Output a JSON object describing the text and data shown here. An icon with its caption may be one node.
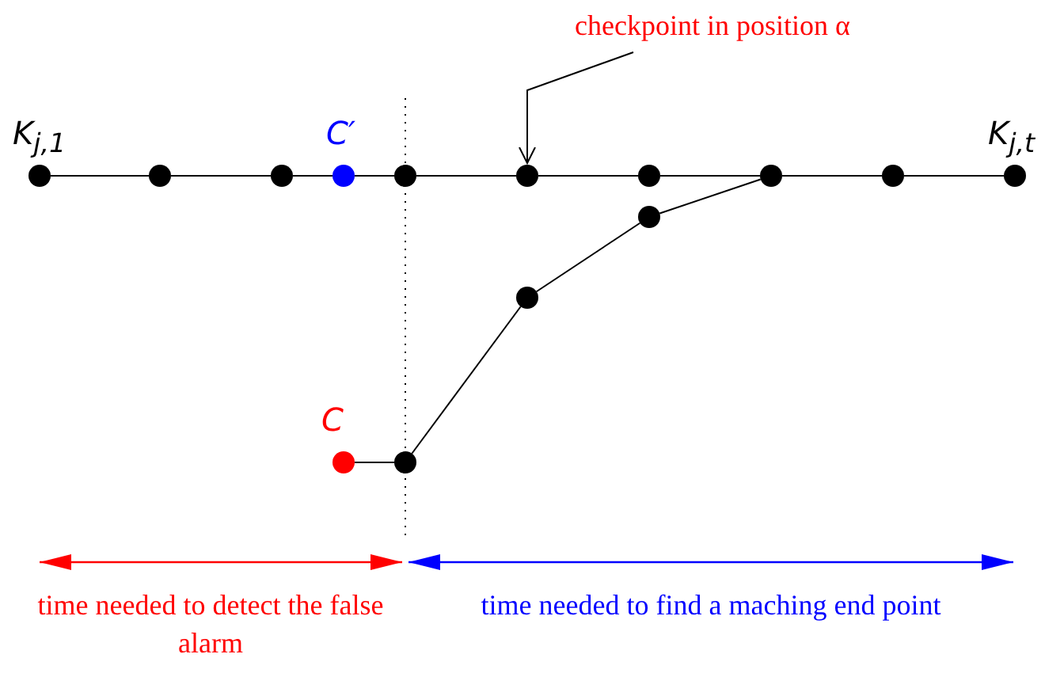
{
  "diagram": {
    "nodes": [
      {
        "text": [
          "checkpoint in position α"
        ]
      },
      {
        "text": [],
        "shape": "circle",
        "beside": [
          "K$_{j,1}$"
        ]
      },
      {
        "text": [],
        "shape": "circle"
      },
      {
        "text": [],
        "shape": "circle"
      },
      {
        "text": [],
        "shape": "circle",
        "beside": [
          "C′"
        ]
      },
      {
        "text": [],
        "shape": "circle"
      },
      {
        "text": [],
        "shape": "circle"
      },
      {
        "text": [],
        "shape": "circle"
      },
      {
        "text": [],
        "shape": "circle"
      },
      {
        "text": [],
        "shape": "circle"
      },
      {
        "text": [],
        "shape": "circle",
        "beside": [
          "K$_{j,t}$"
        ]
      },
      {
        "text": [],
        "shape": "circle",
        "beside": [
          "C"
        ]
      },
      {
        "text": [],
        "shape": "circle"
      },
      {
        "text": [],
        "shape": "circle"
      },
      {
        "text": [],
        "shape": "circle"
      }
    ],
    "edges": [
      {
        "from": 0,
        "to": 6,
        "arrow": "to"
      },
      {
        "from": 1,
        "to": 2,
        "arrow": "none"
      },
      {
        "from": 2,
        "to": 3,
        "arrow": "none"
      },
      {
        "from": 3,
        "to": 4,
        "arrow": "none"
      },
      {
        "from": 4,
        "to": 5,
        "arrow": "none"
      },
      {
        "from": 5,
        "to": 6,
        "arrow": "none"
      },
      {
        "from": 6,
        "to": 7,
        "arrow": "none"
      },
      {
        "from": 7,
        "to": 8,
        "arrow": "none"
      },
      {
        "from": 8,
        "to": 9,
        "arrow": "none"
      },
      {
        "from": 9,
        "to": 10,
        "arrow": "none"
      },
      {
        "from": 11,
        "to": 12,
        "arrow": "none"
      },
      {
        "from": 12,
        "to": 13,
        "arrow": "none"
      },
      {
        "from": 13,
        "to": 14,
        "arrow": "none"
      },
      {
        "from": 14,
        "to": 8,
        "arrow": "none"
      }
    ],
    "labels": [
      "time needed to detect the false alarm",
      "time needed to find a maching end point"
    ]
  }
}
